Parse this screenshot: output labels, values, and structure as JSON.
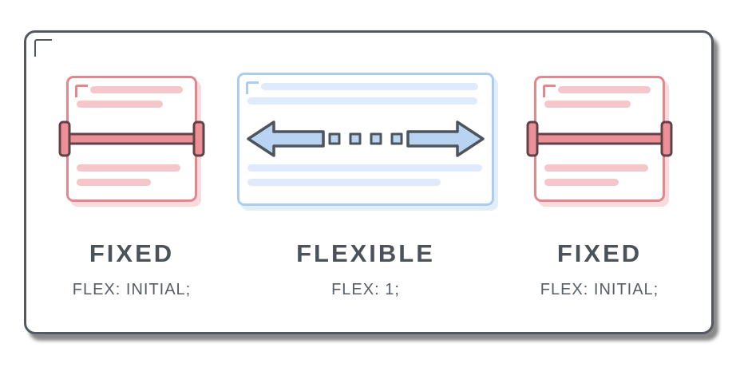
{
  "figure": {
    "columns": [
      {
        "title": "FIXED",
        "code": "FLEX: INITIAL;"
      },
      {
        "title": "FLEXIBLE",
        "code": "FLEX: 1;"
      },
      {
        "title": "FIXED",
        "code": "FLEX: INITIAL;"
      }
    ]
  },
  "colors": {
    "outline": "#54585f",
    "card_bg": "#ffffff",
    "label_text": "#4c525a",
    "code_text": "#575d64",
    "pink_border": "#e4878d",
    "pink_line": "#f5c6ca",
    "pink_shadow": "#f9dbdd",
    "ibeam_fill": "#ec8f96",
    "ibeam_stroke": "#5f4349",
    "blue_border": "#abccf1",
    "blue_line": "#dfeafc",
    "blue_shadow": "#e3eefb",
    "arrow_fill": "#b9d4f3",
    "arrow_stroke": "#4e545b"
  }
}
